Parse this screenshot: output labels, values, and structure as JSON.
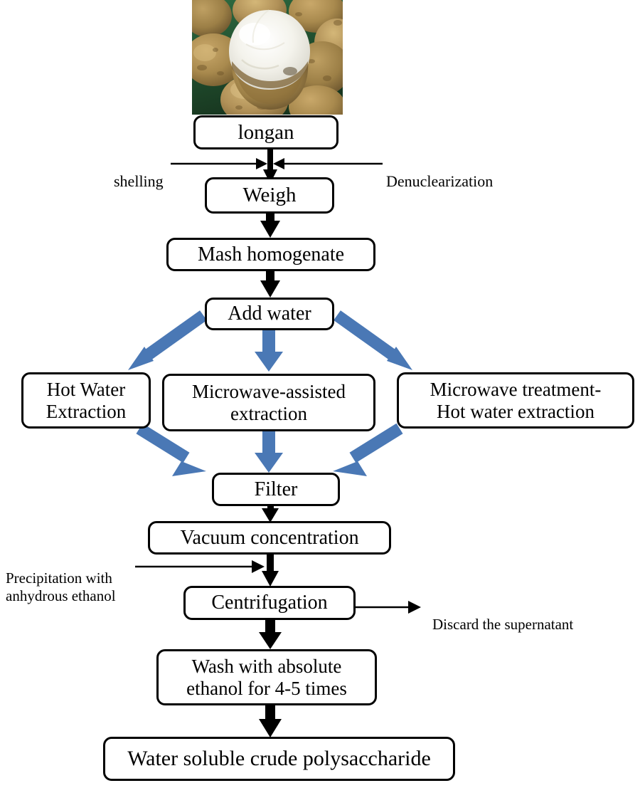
{
  "figure": {
    "kind": "process-flowchart",
    "subject": "Extraction of water soluble crude polysaccharide from longan",
    "colors": {
      "stroke": "#000000",
      "box_fill": "#ffffff",
      "thick_arrow_blue": "#4A78B5",
      "background": "#ffffff"
    }
  },
  "photo": {
    "alt_label": "longan-fruit-photograph",
    "description": "Close-up photograph of longan fruits, one peeled showing white translucent flesh"
  },
  "nodes": {
    "longan": "longan",
    "weigh": "Weigh",
    "mash": "Mash homogenate",
    "add_water": "Add water",
    "hot_water": "Hot Water\nExtraction",
    "microwave_assisted": "Microwave-assisted\nextraction",
    "microwave_hot_water": "Microwave treatment-\nHot water extraction",
    "filter": "Filter",
    "vacuum": "Vacuum concentration",
    "centrifugation": "Centrifugation",
    "wash": "Wash with absolute\nethanol for 4-5 times",
    "final_product": "Water soluble crude polysaccharide"
  },
  "annotations": {
    "shelling": "shelling",
    "denuclearization": "Denuclearization",
    "precipitation": "Precipitation with\nanhydrous ethanol",
    "discard": "Discard the supernatant"
  },
  "edges": [
    {
      "from": "longan",
      "to": "weigh",
      "style": "thick-black"
    },
    {
      "from": "shelling",
      "to": "longan-weigh-junction",
      "style": "thin-black"
    },
    {
      "from": "denuclearization",
      "to": "longan-weigh-junction",
      "style": "thin-black"
    },
    {
      "from": "weigh",
      "to": "mash",
      "style": "thick-black"
    },
    {
      "from": "mash",
      "to": "add_water",
      "style": "thick-black"
    },
    {
      "from": "add_water",
      "to": "hot_water",
      "style": "thick-blue"
    },
    {
      "from": "add_water",
      "to": "microwave_assisted",
      "style": "thick-blue"
    },
    {
      "from": "add_water",
      "to": "microwave_hot_water",
      "style": "thick-blue"
    },
    {
      "from": "hot_water",
      "to": "filter",
      "style": "thick-blue"
    },
    {
      "from": "microwave_assisted",
      "to": "filter",
      "style": "thick-blue"
    },
    {
      "from": "microwave_hot_water",
      "to": "filter",
      "style": "thick-blue"
    },
    {
      "from": "filter",
      "to": "vacuum",
      "style": "thick-black"
    },
    {
      "from": "vacuum",
      "to": "centrifugation",
      "style": "thick-black"
    },
    {
      "from": "precipitation",
      "to": "vacuum-centrifugation-junction",
      "style": "thin-black"
    },
    {
      "from": "centrifugation",
      "to": "discard",
      "style": "thin-black"
    },
    {
      "from": "centrifugation",
      "to": "wash",
      "style": "thick-black"
    },
    {
      "from": "wash",
      "to": "final_product",
      "style": "thick-black"
    }
  ]
}
